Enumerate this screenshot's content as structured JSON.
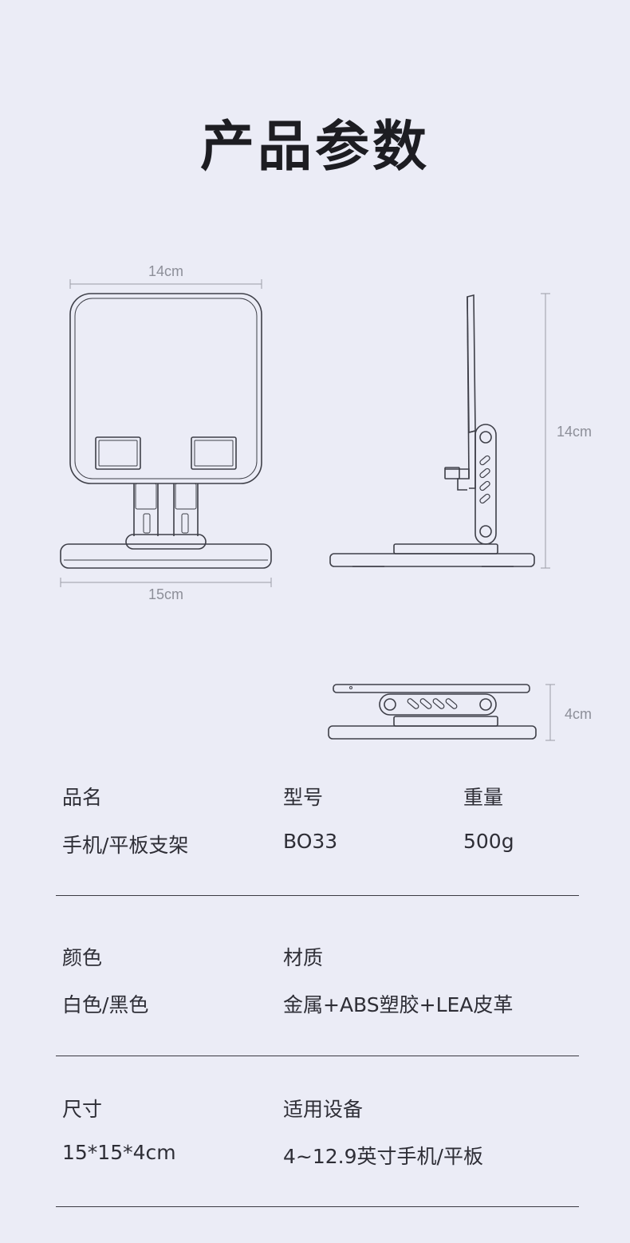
{
  "title": "产品参数",
  "dimensions": {
    "front_width": "14cm",
    "base_width": "15cm",
    "side_height": "14cm",
    "folded_height": "4cm"
  },
  "specs": [
    {
      "label": "品名",
      "value": "手机/平板支架"
    },
    {
      "label": "型号",
      "value": "BO33"
    },
    {
      "label": "重量",
      "value": "500g"
    },
    {
      "label": "颜色",
      "value": "白色/黑色"
    },
    {
      "label": "材质",
      "value": "金属+ABS塑胶+LEA皮革"
    },
    {
      "label": "尺寸",
      "value": "15*15*4cm"
    },
    {
      "label": "适用设备",
      "value": "4~12.9英寸手机/平板"
    }
  ]
}
